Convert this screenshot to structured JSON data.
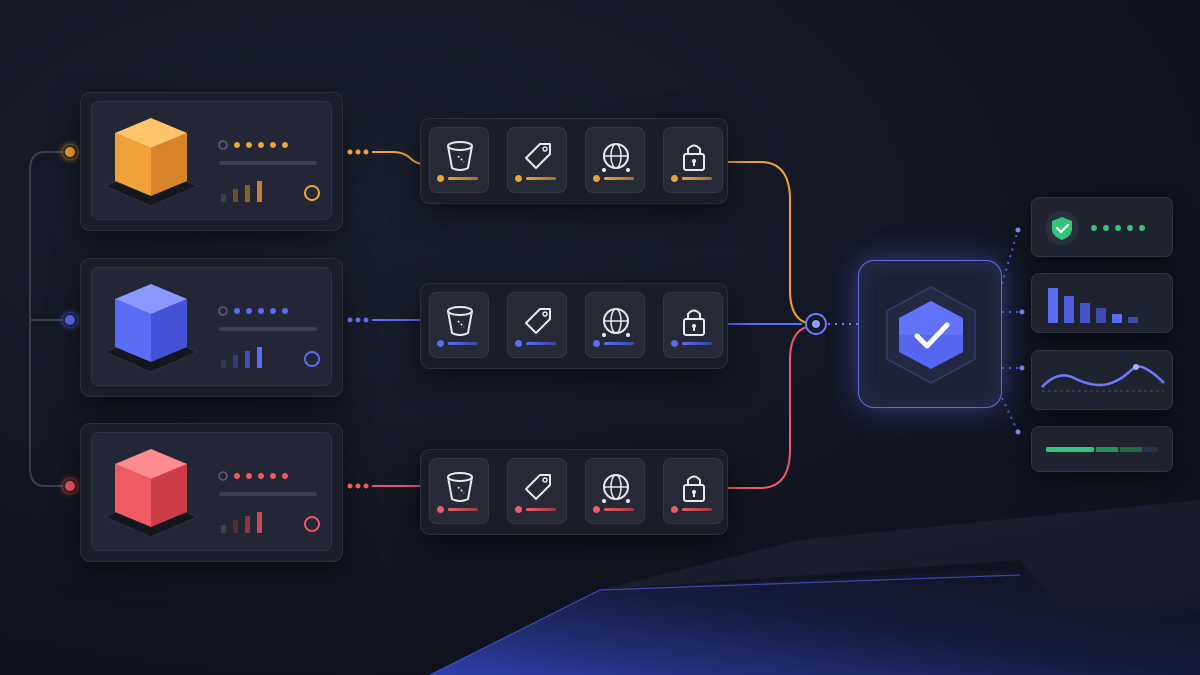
{
  "colors": {
    "orange": "#f0a23a",
    "blue": "#5b6cf5",
    "red": "#ef5a63",
    "green": "#34c47c",
    "hub_accent": "#5a6be8"
  },
  "sources": [
    {
      "color": "orange",
      "icon": "cube-icon"
    },
    {
      "color": "blue",
      "icon": "cube-icon"
    },
    {
      "color": "red",
      "icon": "cube-icon"
    }
  ],
  "tool_icons": [
    "bucket-icon",
    "tag-icon",
    "globe-icon",
    "lock-icon"
  ],
  "hub": {
    "icon": "shield-check-icon"
  },
  "outputs": [
    {
      "kind": "status",
      "icon": "shield-check-icon",
      "color": "green"
    },
    {
      "kind": "bar-chart",
      "icon": "bar-chart-icon"
    },
    {
      "kind": "line-chart",
      "icon": "line-chart-icon"
    },
    {
      "kind": "progress",
      "icon": "progress-bar-icon",
      "value": 0.75
    }
  ]
}
